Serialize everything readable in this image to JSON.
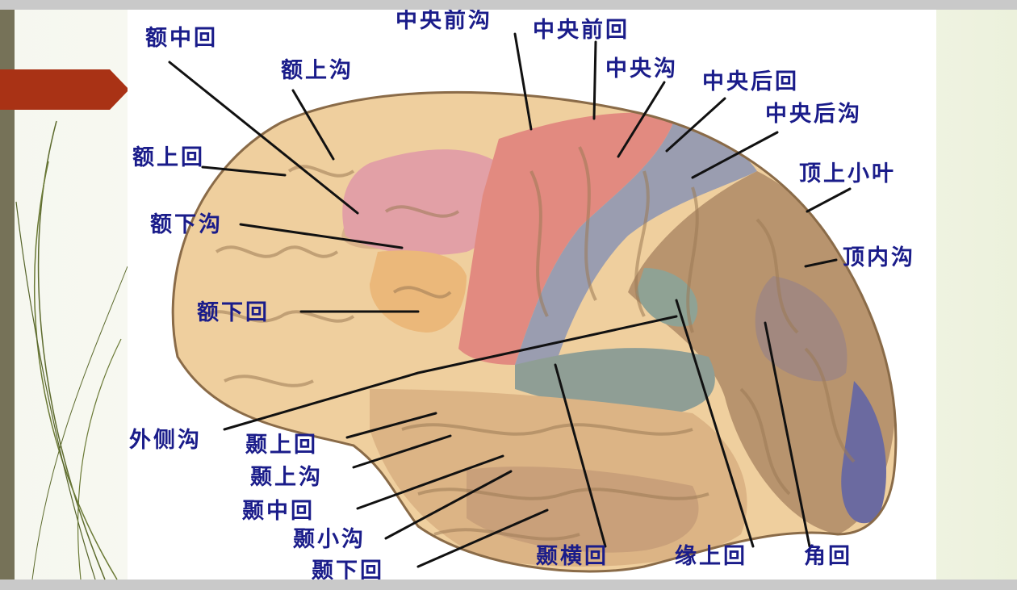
{
  "labels": {
    "frontal_middle_gyrus": "额中回",
    "superior_frontal_sulcus": "额上沟",
    "precentral_sulcus": "中央前沟",
    "precentral_gyrus": "中央前回",
    "central_sulcus": "中央沟",
    "postcentral_gyrus": "中央后回",
    "postcentral_sulcus": "中央后沟",
    "superior_parietal_lobule": "顶上小叶",
    "superior_frontal_gyrus": "额上回",
    "inferior_frontal_sulcus": "额下沟",
    "intraparietal_sulcus": "顶内沟",
    "inferior_frontal_gyrus": "额下回",
    "lateral_sulcus": "外侧沟",
    "superior_temporal_gyrus": "颞上回",
    "superior_temporal_sulcus": "颞上沟",
    "middle_temporal_gyrus": "颞中回",
    "temporal_small_sulcus": "颞小沟",
    "inferior_temporal_gyrus": "颞下回",
    "transverse_temporal_gyrus": "颞横回",
    "supramarginal_gyrus": "缘上回",
    "angular_gyrus": "角回"
  },
  "colors": {
    "label_text": "#1a1c8a",
    "precentral_region": "#e28a80",
    "postcentral_region": "#9a9db0",
    "frontal_middle_region": "#e2a0a6",
    "parietal_region": "#b8946e",
    "brain_base": "#efcf9e",
    "slide_arrow": "#a93215",
    "slide_bar": "#767258"
  }
}
